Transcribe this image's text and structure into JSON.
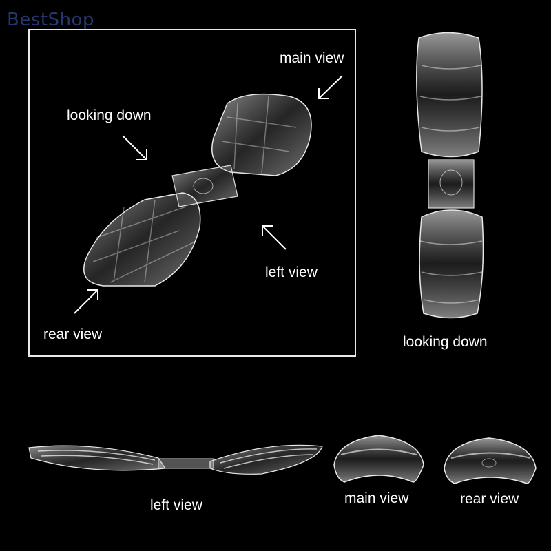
{
  "watermark": "BestShop",
  "labels": {
    "frame_main_view": "main view",
    "frame_looking_down": "looking down",
    "frame_left_view": "left view",
    "frame_rear_view": "rear view",
    "right_looking_down": "looking down",
    "bottom_left_view": "left view",
    "bottom_main_view": "main view",
    "bottom_rear_view": "rear view"
  },
  "colors": {
    "background": "#000000",
    "watermark": "#2a3d7a",
    "frame": "#e8e8e8",
    "text": "#ffffff"
  }
}
